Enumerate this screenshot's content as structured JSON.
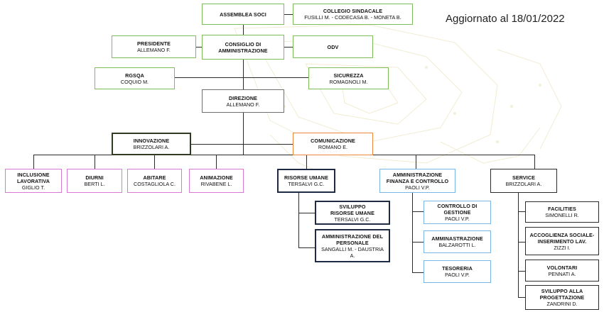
{
  "updated_note": "Aggiornato al 18/01/2022",
  "nodes": {
    "assemblea": {
      "title": "ASSEMBLEA SOCI",
      "name": ""
    },
    "collegio": {
      "title": "COLLEGIO SINDACALE",
      "name": "FUSILLI M. - CODECASA B. - MONETA B."
    },
    "presidente": {
      "title": "PRESIDENTE",
      "name": "ALLEMANO F."
    },
    "cda": {
      "title": "CONSIGLIO DI\nAMMINISTRAZIONE",
      "name": ""
    },
    "odv": {
      "title": "ODV",
      "name": ""
    },
    "rgsqa": {
      "title": "RGSQA",
      "name": "COQUIO M."
    },
    "sicurezza": {
      "title": "SICUREZZA",
      "name": "ROMAGNOLI M."
    },
    "direzione": {
      "title": "DIREZIONE",
      "name": "ALLEMANO F."
    },
    "innovazione": {
      "title": "INNOVAZIONE",
      "name": "BRIZZOLARI A."
    },
    "comunicazione": {
      "title": "COMUNICAZIONE",
      "name": "ROMANO E."
    },
    "inclusione": {
      "title": "INCLUSIONE\nLAVORATIVA",
      "name": "GIGLIO T."
    },
    "diurni": {
      "title": "DIURNI",
      "name": "BERTI L."
    },
    "abitare": {
      "title": "ABITARE",
      "name": "COSTAGLIOLA C."
    },
    "animazione": {
      "title": "ANIMAZIONE",
      "name": "RIVABENE L."
    },
    "risorse": {
      "title": "RISORSE UMANE",
      "name": "TERSALVI G.C."
    },
    "amm_fin": {
      "title": "AMMINISTRAZIONE\nFINANZA E CONTROLLO",
      "name": "PAOLI V.P."
    },
    "service": {
      "title": "SERVICE",
      "name": "BRIZZOLARI A."
    },
    "sviluppo_ru": {
      "title": "SVILUPPO\nRISORSE UMANE",
      "name": "TERSALVI G.C."
    },
    "amm_personale": {
      "title": "AMMINISTRAZIONE DEL\nPERSONALE",
      "name": "SANGALLI M. - DAUSTRIA\nA."
    },
    "controllo": {
      "title": "CONTROLLO DI\nGESTIONE",
      "name": "PAOLI V.P."
    },
    "amministrazione": {
      "title": "AMMINASTRAZIONE",
      "name": "BALZAROTTI L."
    },
    "tesoreria": {
      "title": "TESORERIA",
      "name": "PAOLI V.P."
    },
    "facilities": {
      "title": "FACILITIES",
      "name": "SIMONELLI R."
    },
    "accoglienza": {
      "title": "ACCOGLIENZA SOCIALE-\nINSERIMENTO LAV.",
      "name": "ZIZZI I."
    },
    "volontari": {
      "title": "VOLONTARI",
      "name": "PENNATI A."
    },
    "sviluppo_prog": {
      "title": "SVILUPPO ALLA\nPROGETTAZIONE",
      "name": "ZANDRINI D."
    }
  }
}
